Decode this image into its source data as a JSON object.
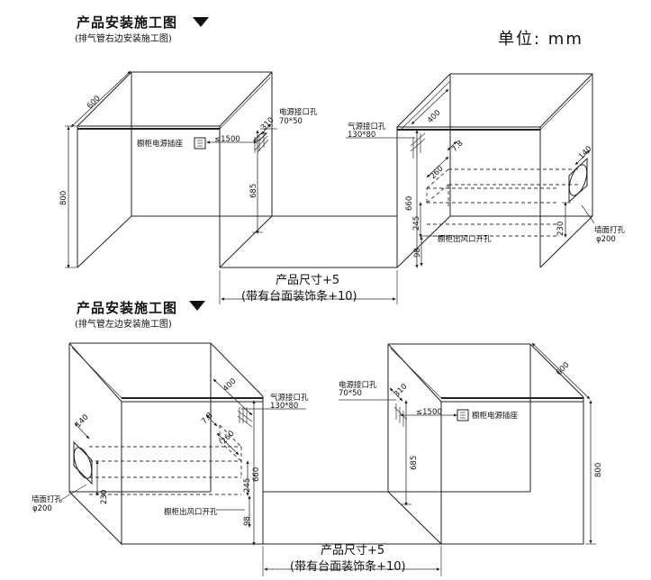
{
  "top": {
    "title": "产品安装施工图",
    "subtitle": "(排气管右边安装施工图)",
    "unit": "单位: mm",
    "caption1": "产品尺寸+5",
    "caption2": "(带有台面装饰条+10)",
    "labels": {
      "power_hole": "电源接口孔",
      "power_hole_size": "70*50",
      "gas_hole": "气源接口孔",
      "gas_hole_size": "130*80",
      "cabinet_socket": "橱柜电源插座",
      "cabinet_vent": "橱柜出风口开孔",
      "wall_hole": "墙面打孔",
      "wall_hole_size": "φ200"
    },
    "dims": {
      "d600": "600",
      "d800": "800",
      "d310": "310",
      "d1500": "≤1500",
      "d685": "685",
      "d400": "400",
      "d7_8": "7.8",
      "d260": "260",
      "d245": "245",
      "d660": "660",
      "d98": "98",
      "d140": "140",
      "d230": "230"
    }
  },
  "bottom": {
    "title": "产品安装施工图",
    "subtitle": "(排气管左边安装施工图)",
    "caption1": "产品尺寸+5",
    "caption2": "(带有台面装饰条+10)",
    "labels": {
      "power_hole": "电源接口孔",
      "power_hole_size": "70*50",
      "gas_hole": "气源接口孔",
      "gas_hole_size": "130*80",
      "cabinet_socket": "橱柜电源插座",
      "cabinet_vent": "橱柜出风口开孔",
      "wall_hole": "墙面打孔",
      "wall_hole_size": "φ200"
    },
    "dims": {
      "d600": "600",
      "d800": "800",
      "d310": "310",
      "d1500": "≤1500",
      "d685": "685",
      "d400": "400",
      "d7_8": "7.8",
      "d260": "260",
      "d245": "245",
      "d660": "660",
      "d98": "98",
      "d140": "140",
      "d230": "230"
    }
  }
}
